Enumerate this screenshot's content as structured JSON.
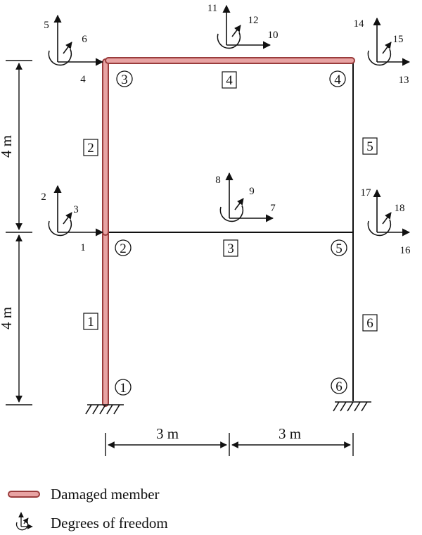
{
  "colors": {
    "damaged_fill": "#e8a3a3",
    "damaged_stroke": "#9a3c3c",
    "line": "#111111"
  },
  "nodes": [
    "1",
    "2",
    "3",
    "4",
    "5",
    "6"
  ],
  "elements": [
    "1",
    "2",
    "3",
    "4",
    "5",
    "6"
  ],
  "dofs": [
    "1",
    "2",
    "3",
    "4",
    "5",
    "6",
    "7",
    "8",
    "9",
    "10",
    "11",
    "12",
    "13",
    "14",
    "15",
    "16",
    "17",
    "18"
  ],
  "dimensions": {
    "bay_left": "3 m",
    "bay_right": "3 m",
    "story_upper": "4 m",
    "story_lower": "4 m"
  },
  "legend": {
    "damaged_label": "Damaged member",
    "dof_label": "Degrees of freedom"
  }
}
